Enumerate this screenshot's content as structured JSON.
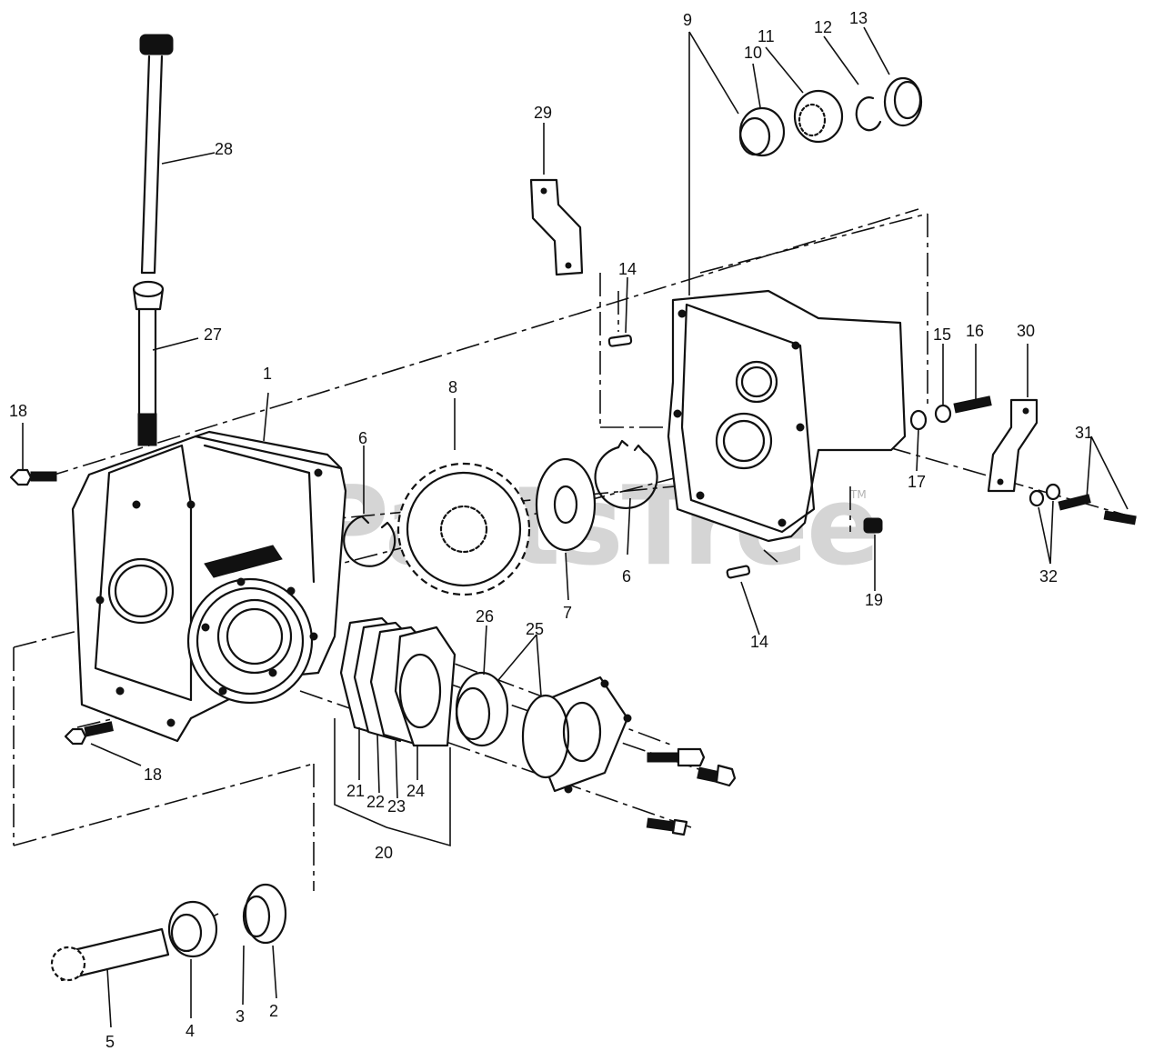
{
  "watermark": {
    "text": "PartsTree",
    "tm": "TM"
  },
  "callouts": [
    {
      "id": "c1",
      "text": "1"
    },
    {
      "id": "c2",
      "text": "2"
    },
    {
      "id": "c3",
      "text": "3"
    },
    {
      "id": "c4",
      "text": "4"
    },
    {
      "id": "c5",
      "text": "5"
    },
    {
      "id": "c6a",
      "text": "6"
    },
    {
      "id": "c6b",
      "text": "6"
    },
    {
      "id": "c7",
      "text": "7"
    },
    {
      "id": "c8",
      "text": "8"
    },
    {
      "id": "c9",
      "text": "9"
    },
    {
      "id": "c10",
      "text": "10"
    },
    {
      "id": "c11",
      "text": "11"
    },
    {
      "id": "c12",
      "text": "12"
    },
    {
      "id": "c13",
      "text": "13"
    },
    {
      "id": "c14a",
      "text": "14"
    },
    {
      "id": "c14b",
      "text": "14"
    },
    {
      "id": "c15",
      "text": "15"
    },
    {
      "id": "c16",
      "text": "16"
    },
    {
      "id": "c17",
      "text": "17"
    },
    {
      "id": "c18a",
      "text": "18"
    },
    {
      "id": "c18b",
      "text": "18"
    },
    {
      "id": "c19",
      "text": "19"
    },
    {
      "id": "c20",
      "text": "20"
    },
    {
      "id": "c21",
      "text": "21"
    },
    {
      "id": "c22",
      "text": "22"
    },
    {
      "id": "c23",
      "text": "23"
    },
    {
      "id": "c24",
      "text": "24"
    },
    {
      "id": "c25",
      "text": "25"
    },
    {
      "id": "c26",
      "text": "26"
    },
    {
      "id": "c27",
      "text": "27"
    },
    {
      "id": "c28",
      "text": "28"
    },
    {
      "id": "c29",
      "text": "29"
    },
    {
      "id": "c30",
      "text": "30"
    },
    {
      "id": "c31",
      "text": "31"
    },
    {
      "id": "c32",
      "text": "32"
    }
  ]
}
